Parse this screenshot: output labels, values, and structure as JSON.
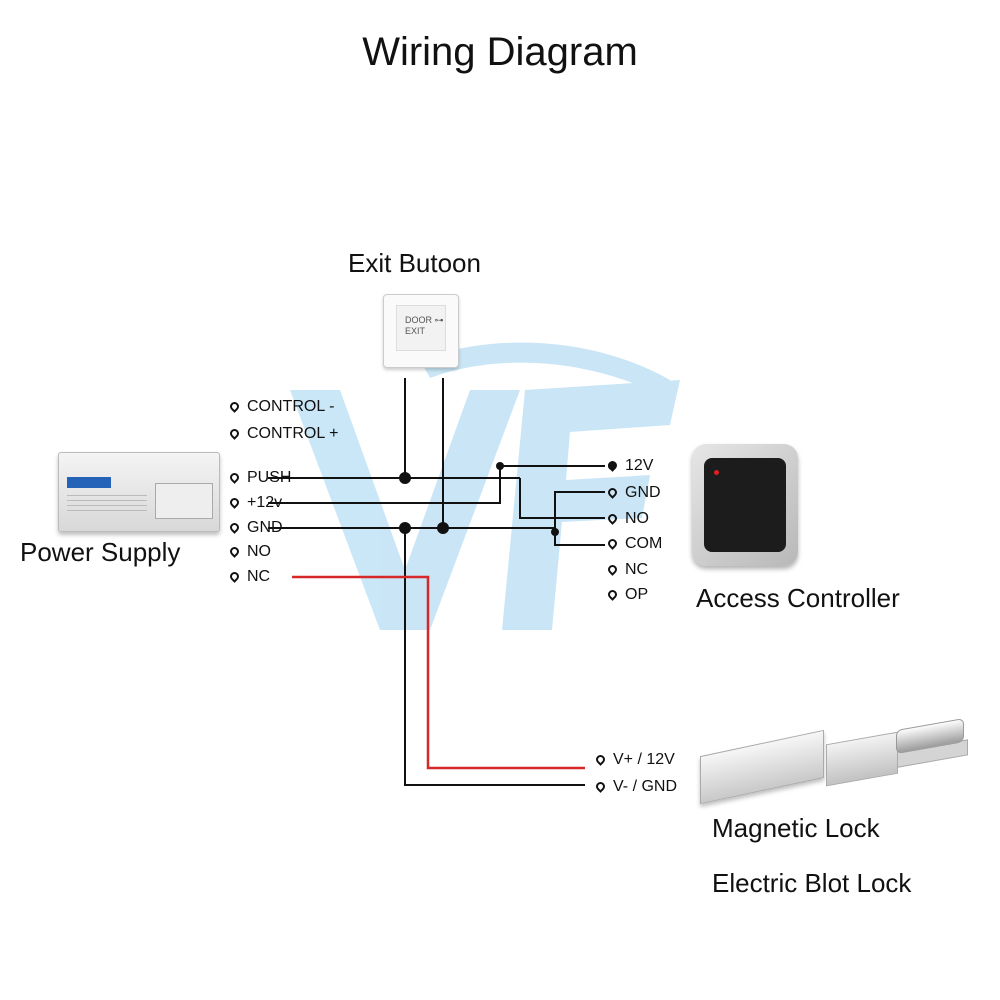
{
  "title": "Wiring Diagram",
  "devices": {
    "exit_button": "Exit Butoon",
    "power_supply": "Power Supply",
    "access_controller": "Access Controller",
    "magnetic_lock": "Magnetic Lock",
    "electric_bolt_lock": "Electric Blot Lock"
  },
  "power_supply_terminals": [
    "CONTROL -",
    "CONTROL +",
    "PUSH",
    "+12v",
    "GND",
    "NO",
    "NC"
  ],
  "access_controller_terminals": [
    "12V",
    "GND",
    "NO",
    "COM",
    "NC",
    "OP"
  ],
  "lock_terminals": [
    "V+ / 12V",
    "V- / GND"
  ],
  "device_texts": {
    "exit_button_face": "DOOR ⊶ EXIT"
  },
  "colors": {
    "wire": "#111111",
    "power_wire": "#d62828",
    "watermark": "#9fd3f0"
  }
}
